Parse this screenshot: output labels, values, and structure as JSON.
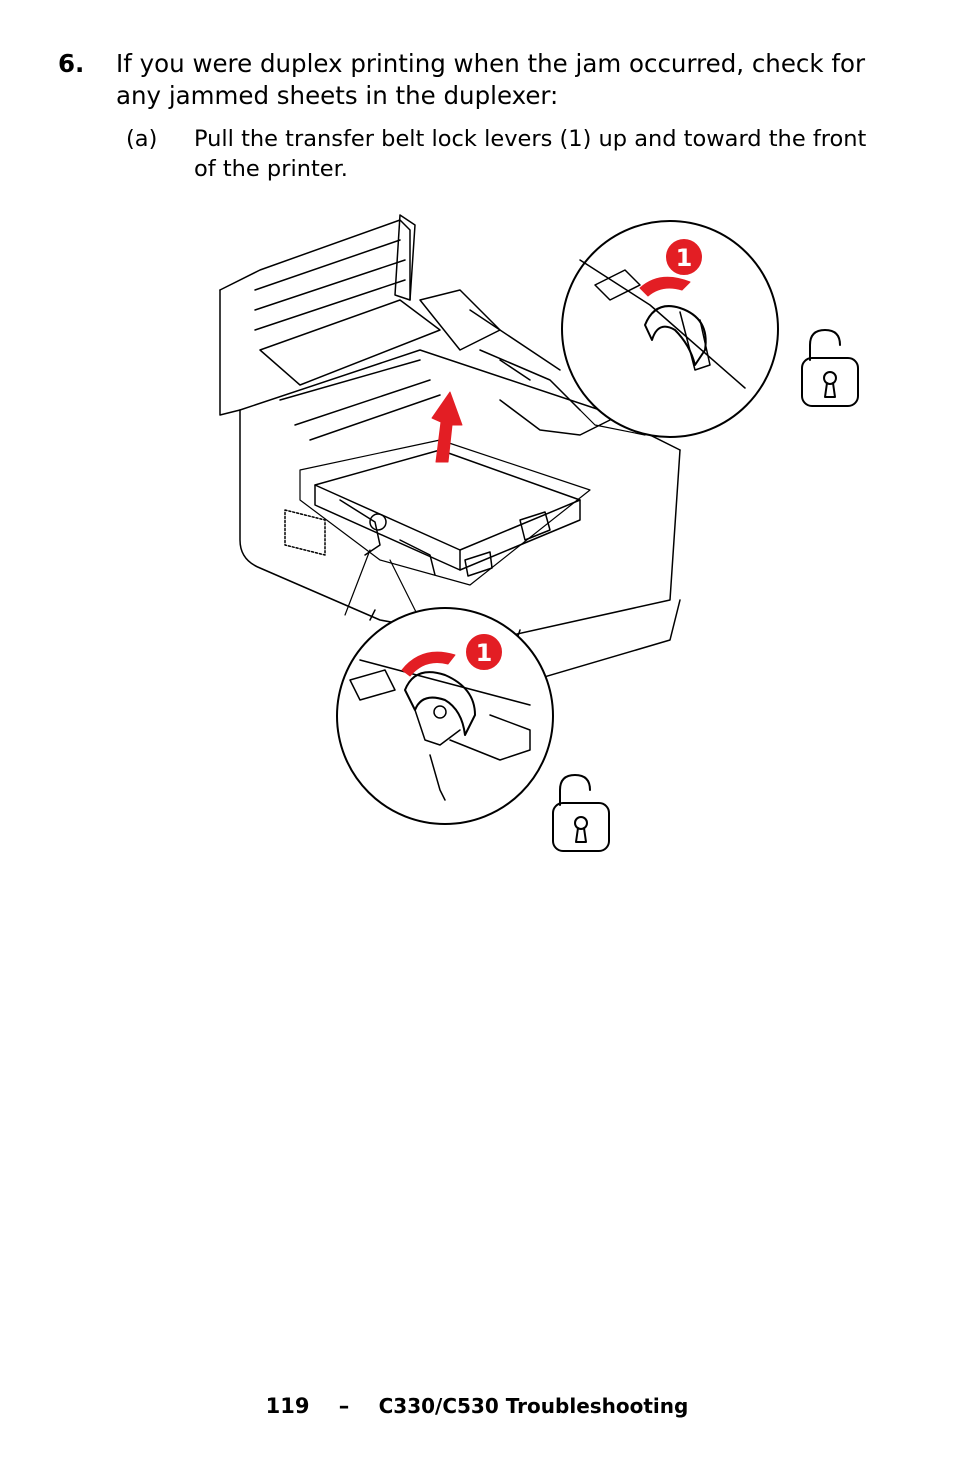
{
  "step": {
    "number": "6.",
    "text": "If you were duplex printing when the jam occurred, check for any jammed sheets in the duplexer:"
  },
  "substep": {
    "label": "(a)",
    "text": "Pull the transfer belt lock levers (1) up and toward the front of the printer."
  },
  "figure": {
    "callout_top": "1",
    "callout_bottom": "1",
    "arrow_color": "#e31e24",
    "icons": [
      "printer-illustration",
      "unlock-icon",
      "unlock-icon"
    ]
  },
  "footer": {
    "page": "119",
    "separator": "–",
    "title": "C330/C530 Troubleshooting"
  }
}
